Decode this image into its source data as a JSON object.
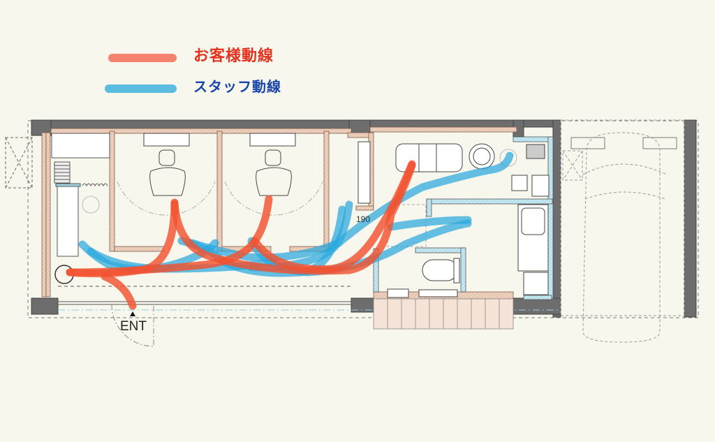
{
  "legend": {
    "customer": {
      "label": "お客様動線",
      "line_color": "#f4826c",
      "text_color": "#e1331d"
    },
    "staff": {
      "label": "スタッフ動線",
      "line_color": "#5bbde0",
      "text_color": "#1646a8"
    }
  },
  "plan": {
    "entrance_label": "ENT",
    "dimension_label": "190",
    "colors": {
      "background": "#f8f7ee",
      "wall_dark": "#6d6d6d",
      "wall_partition": "#e7c4ae",
      "wet_area": "#bfe3ee",
      "customer_route": "#f1522f",
      "staff_route": "#2aa8de"
    },
    "rooms": [
      "cut-booth-1",
      "cut-booth-2",
      "shampoo-room",
      "toilet",
      "bath",
      "reception",
      "parking"
    ]
  }
}
